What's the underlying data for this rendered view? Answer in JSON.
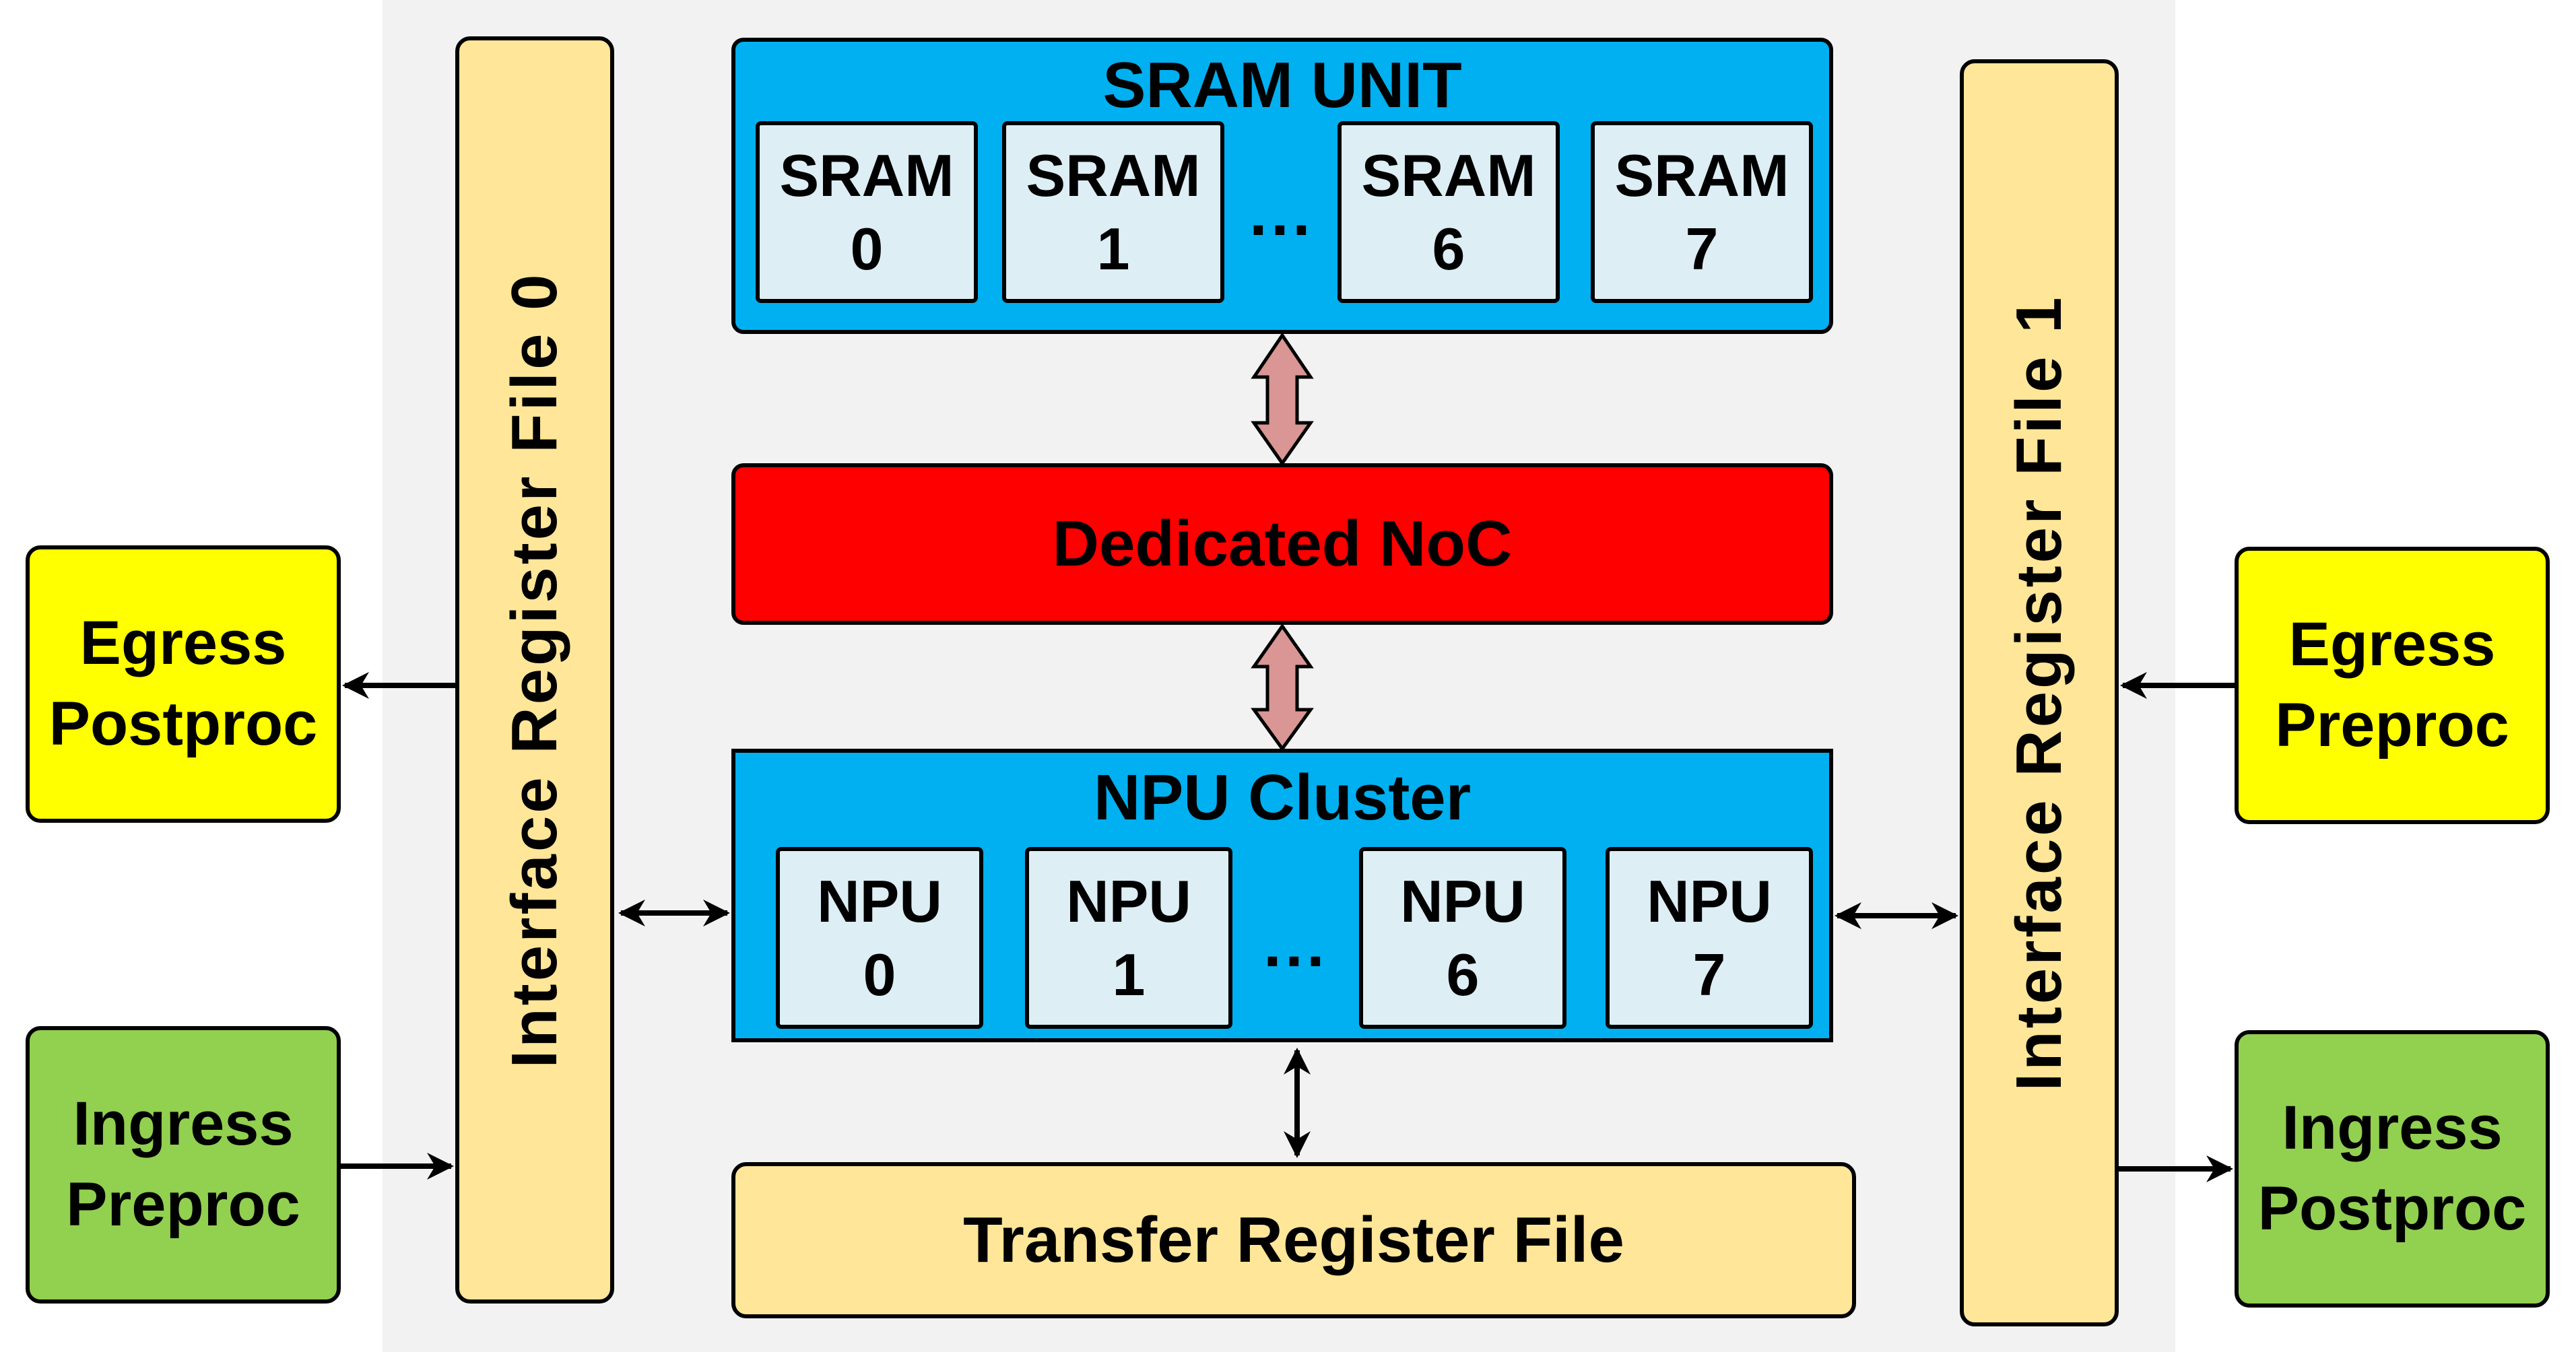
{
  "left_blocks": {
    "egress": {
      "line1": "Egress",
      "line2": "Postproc"
    },
    "ingress": {
      "line1": "Ingress",
      "line2": "Preproc"
    }
  },
  "right_blocks": {
    "egress": {
      "line1": "Egress",
      "line2": "Preproc"
    },
    "ingress": {
      "line1": "Ingress",
      "line2": "Postproc"
    }
  },
  "interface_rf0": "Interface Register File 0",
  "interface_rf1": "Interface Register File 1",
  "sram_unit": {
    "title": "SRAM UNIT",
    "cells": [
      {
        "name": "SRAM",
        "index": "0"
      },
      {
        "name": "SRAM",
        "index": "1"
      },
      {
        "name": "SRAM",
        "index": "6"
      },
      {
        "name": "SRAM",
        "index": "7"
      }
    ],
    "ellipsis": "···"
  },
  "noc": {
    "label": "Dedicated NoC"
  },
  "npu_cluster": {
    "title": "NPU Cluster",
    "cells": [
      {
        "name": "NPU",
        "index": "0"
      },
      {
        "name": "NPU",
        "index": "1"
      },
      {
        "name": "NPU",
        "index": "6"
      },
      {
        "name": "NPU",
        "index": "7"
      }
    ],
    "ellipsis": "···"
  },
  "transfer_rf": {
    "label": "Transfer Register File"
  },
  "colors": {
    "sram_npu_blue": "#00b0f0",
    "noc_red": "#ff0000",
    "egress_yellow": "#ffff00",
    "ingress_green": "#92d050",
    "register_peach": "#ffe699",
    "cell_light": "#ddeef5",
    "noc_arrow": "#d99694"
  }
}
